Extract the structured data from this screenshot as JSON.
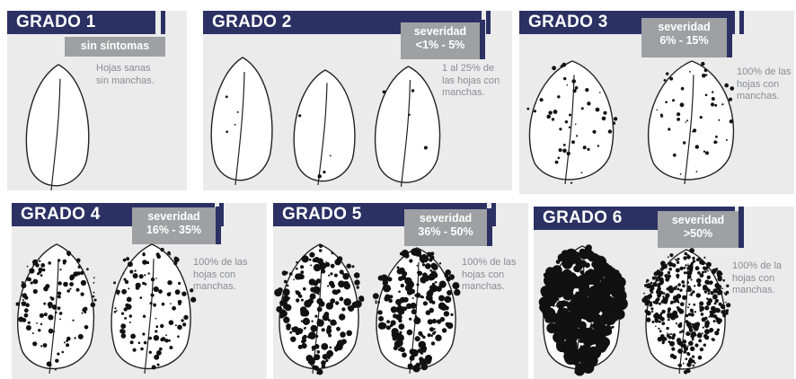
{
  "panels": [
    {
      "grade": "GRADO 1",
      "severity_line1": "sin síntomas",
      "severity_line2": "",
      "description": [
        "Hojas sanas",
        "sin manchas."
      ]
    },
    {
      "grade": "GRADO 2",
      "severity_line1": "severidad",
      "severity_line2": "<1% - 5%",
      "description": [
        "1 al 25% de",
        "las hojas con",
        "manchas."
      ]
    },
    {
      "grade": "GRADO 3",
      "severity_line1": "severidad",
      "severity_line2": "6% - 15%",
      "description": [
        "100% de las",
        "hojas con",
        "manchas."
      ]
    },
    {
      "grade": "GRADO 4",
      "severity_line1": "severidad",
      "severity_line2": "16% - 35%",
      "description": [
        "100% de las",
        "hojas con",
        "manchas."
      ]
    },
    {
      "grade": "GRADO 5",
      "severity_line1": "severidad",
      "severity_line2": "36% - 50%",
      "description": [
        "100% de las",
        "hojas con",
        "manchas."
      ]
    },
    {
      "grade": "GRADO 6",
      "severity_line1": "severidad",
      "severity_line2": ">50%",
      "description": [
        "100% de la",
        "hojas con",
        "manchas."
      ]
    }
  ],
  "colors": {
    "header": "#2b3163",
    "badge": "#9fa0a3",
    "panel": "#ebebec",
    "text_muted": "#8b8c8f"
  },
  "spot_counts": [
    0,
    4,
    45,
    110,
    190,
    400
  ]
}
